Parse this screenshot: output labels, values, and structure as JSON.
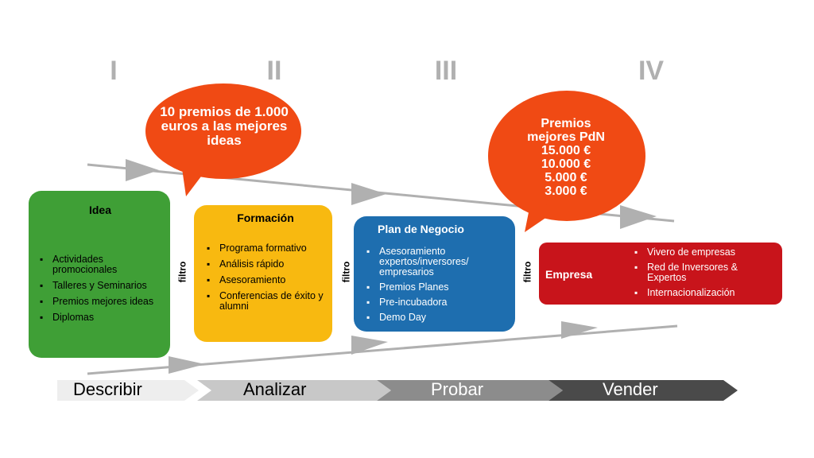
{
  "phases": [
    "I",
    "II",
    "III",
    "IV"
  ],
  "bubble_left": {
    "text": "10 premios de 1.000 euros a las mejores ideas"
  },
  "bubble_right": {
    "lines": [
      "Premios",
      "mejores PdN",
      "15.000 €",
      "10.000 €",
      "5.000 €",
      "3.000 €"
    ]
  },
  "idea": {
    "title": "Idea",
    "items": [
      "Actividades promocionales",
      "Talleres y Seminarios",
      "Premios mejores ideas",
      "Diplomas"
    ]
  },
  "formacion": {
    "title": "Formación",
    "items": [
      "Programa formativo",
      "Análisis rápido",
      "Asesoramiento",
      "Conferencias de éxito y alumni"
    ]
  },
  "plan": {
    "title": "Plan de Negocio",
    "items": [
      "Asesoramiento expertos/inversores/ empresarios",
      "Premios Planes",
      "Pre-incubadora",
      "Demo Day"
    ]
  },
  "empresa": {
    "title": "Empresa",
    "items": [
      "Vivero de empresas",
      "Red de Inversores & Expertos",
      "Internacionalización"
    ]
  },
  "filter_label": "filtro",
  "stages": [
    "Describir",
    "Analizar",
    "Probar",
    "Vender"
  ],
  "colors": {
    "idea": "#3f9f36",
    "formacion": "#f8b910",
    "plan": "#1e6eaf",
    "empresa": "#c8141b",
    "bubble": "#f04a14",
    "stage1": "#eeeeee",
    "stage2": "#c8c8c8",
    "stage3": "#8c8c8c",
    "stage4": "#4a4a4a"
  }
}
